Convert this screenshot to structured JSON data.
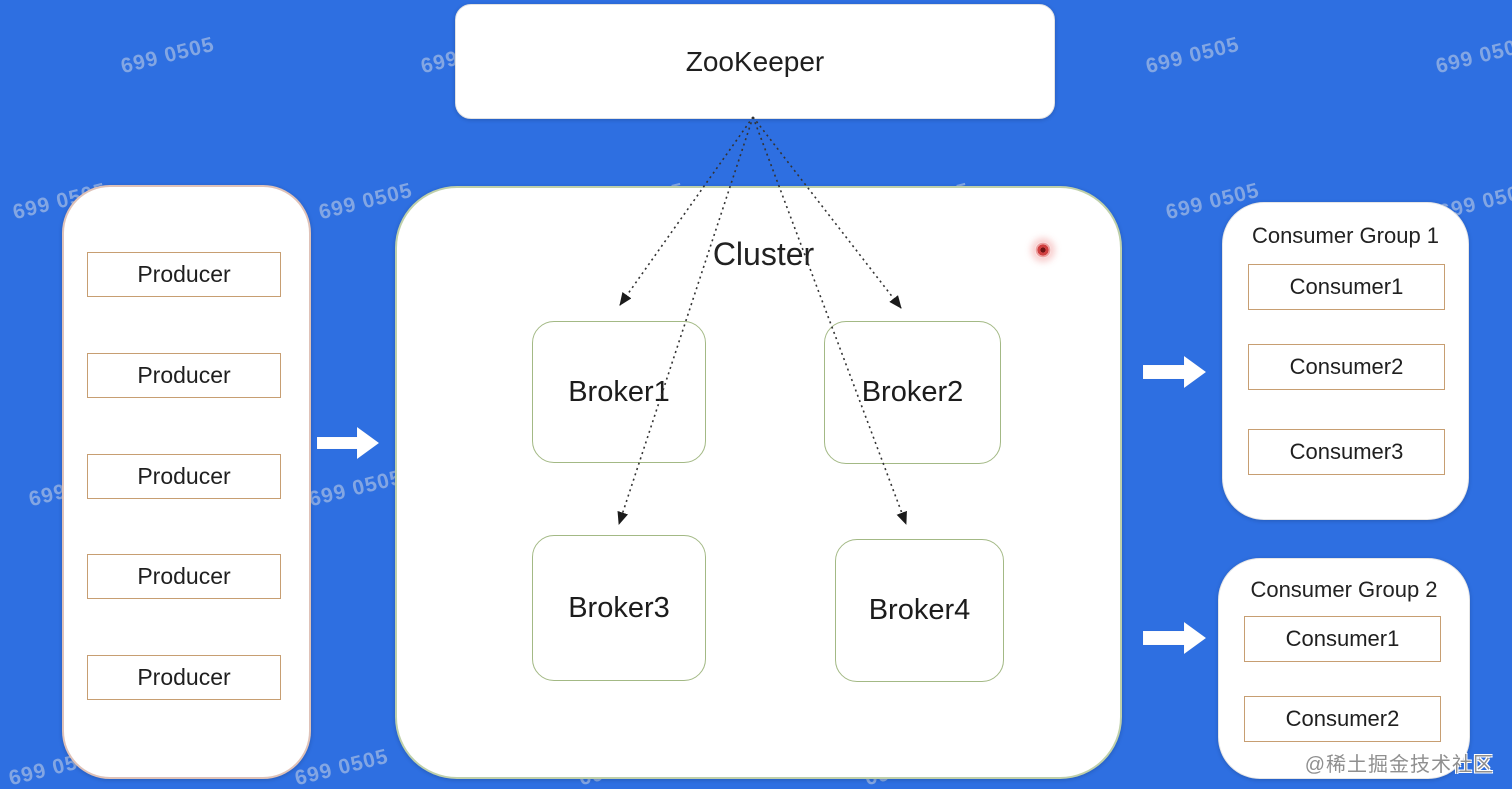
{
  "nodes": {
    "zookeeper": "ZooKeeper",
    "cluster_label": "Cluster",
    "producers": [
      "Producer",
      "Producer",
      "Producer",
      "Producer",
      "Producer"
    ],
    "brokers": [
      "Broker1",
      "Broker2",
      "Broker3",
      "Broker4"
    ]
  },
  "consumer_groups": [
    {
      "title": "Consumer Group 1",
      "consumers": [
        "Consumer1",
        "Consumer2",
        "Consumer3"
      ]
    },
    {
      "title": "Consumer Group 2",
      "consumers": [
        "Consumer1",
        "Consumer2"
      ]
    }
  ],
  "connections": [
    {
      "from": "ZooKeeper",
      "to": "Broker1",
      "style": "dotted-arrow"
    },
    {
      "from": "ZooKeeper",
      "to": "Broker2",
      "style": "dotted-arrow"
    },
    {
      "from": "ZooKeeper",
      "to": "Broker3",
      "style": "dotted-arrow"
    },
    {
      "from": "ZooKeeper",
      "to": "Broker4",
      "style": "dotted-arrow"
    },
    {
      "from": "Producers",
      "to": "Cluster",
      "style": "solid-white-arrow"
    },
    {
      "from": "Cluster",
      "to": "Consumer Group 1",
      "style": "solid-white-arrow"
    },
    {
      "from": "Cluster",
      "to": "Consumer Group 2",
      "style": "solid-white-arrow"
    }
  ],
  "watermarks": {
    "tile_text": "699 0505",
    "credit": "@稀土掘金技术社区"
  },
  "colors": {
    "background": "#2e6fe1",
    "dotted_line": "#333333",
    "producer_box_border": "#c79e72",
    "broker_box_border": "#a3b985",
    "cluster_border": "#a9c08d",
    "producer_panel_border": "#c5907e",
    "flow_arrow": "#ffffff",
    "red_dot": "#c23b3b"
  }
}
